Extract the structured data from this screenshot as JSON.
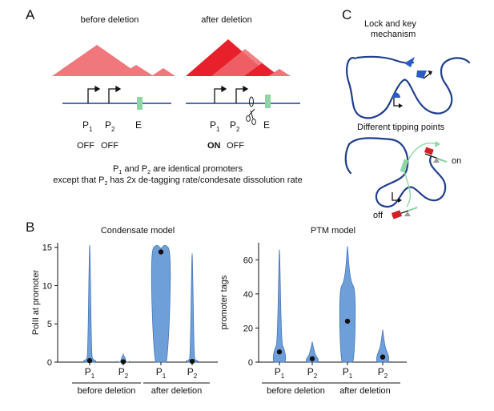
{
  "panel_labels": {
    "a": "A",
    "b": "B",
    "c": "C"
  },
  "panel_a": {
    "before_title": "before deletion",
    "after_title": "after deletion",
    "promoter_letter": "P",
    "sub_1": "1",
    "sub_2": "2",
    "enhancer": "E",
    "before_states": [
      "OFF",
      "OFF"
    ],
    "after_states": [
      "ON",
      "OFF"
    ],
    "note_line1_a": "P",
    "note_line1_b": "and P",
    "note_line1_c": "are identical promoters",
    "note_line2_a": "except that  P",
    "note_line2_b": "has 2x de-tagging rate/condesate dissolution rate",
    "colors": {
      "before_peaks": "#f0787c",
      "after_peaks": "#e8202b",
      "enhancer": "#8fd6a6",
      "dna": "#1f3f8c"
    }
  },
  "panel_b": {
    "group_labels": [
      "before deletion",
      "after deletion"
    ],
    "violin_color": "#6f9fd8",
    "charts": [
      {
        "title": "Condensate model",
        "ylabel": "PolII at promoter",
        "yticks": [
          0,
          5,
          10,
          15
        ],
        "ylim": [
          0,
          15.6
        ],
        "categories": [
          "P1",
          "P2",
          "P1",
          "P2"
        ],
        "medians": [
          0.2,
          0.05,
          14.4,
          0.1
        ],
        "max": [
          15.3,
          1.1,
          15,
          14.2
        ],
        "bulk_max": [
          0.6,
          0.2,
          15.0,
          0.5
        ]
      },
      {
        "title": "PTM model",
        "ylabel": "promoter tags",
        "yticks": [
          0,
          20,
          40,
          60
        ],
        "ylim": [
          0,
          70
        ],
        "categories": [
          "P1",
          "P2",
          "P1",
          "P2"
        ],
        "medians": [
          6,
          2,
          24,
          3
        ],
        "max": [
          66,
          12,
          68,
          19
        ],
        "bulk_max": [
          10,
          5,
          45,
          8
        ]
      }
    ]
  },
  "panel_c": {
    "lock_title_1": "Lock and key",
    "lock_title_2": "mechanism",
    "tipping_title": "Different tipping points",
    "on_label": "on",
    "off_label": "off",
    "colors": {
      "dna": "#1f3f8c",
      "key": "#2a5cc4",
      "tip_active": "#8fd6a6",
      "tip_red": "#d31f26",
      "fulcrum": "#9a9a9a"
    }
  }
}
